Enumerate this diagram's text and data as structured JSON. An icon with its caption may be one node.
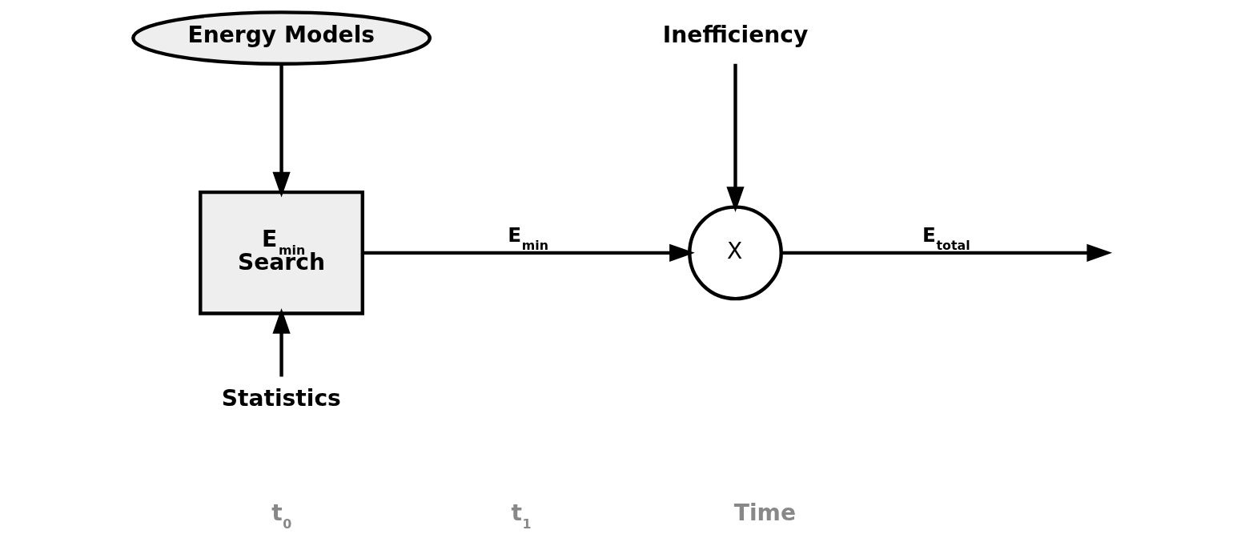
{
  "diagram": {
    "nodes": [
      {
        "text": [
          "Energy Models"
        ]
      },
      {
        "text": [
          "E$_{min}$",
          "Search"
        ]
      },
      {
        "text": [
          "X"
        ]
      },
      {
        "text": [
          "Inefficiency"
        ]
      },
      {
        "text": [
          "Statistics"
        ]
      }
    ],
    "edges": [
      {
        "from": 0,
        "to": 1,
        "arrow": "to"
      },
      {
        "from": 1,
        "to": 2,
        "arrow": "to",
        "label": "E$_{min}$"
      },
      {
        "from": 3,
        "to": 2,
        "arrow": "to"
      },
      {
        "from": 4,
        "to": 1,
        "arrow": "to"
      },
      {
        "from": 2,
        "to": null,
        "arrow": "to",
        "label": "E$_{total}$"
      }
    ],
    "labels": [
      "t$_{0}$",
      "t$_{1}$",
      "Time"
    ]
  }
}
